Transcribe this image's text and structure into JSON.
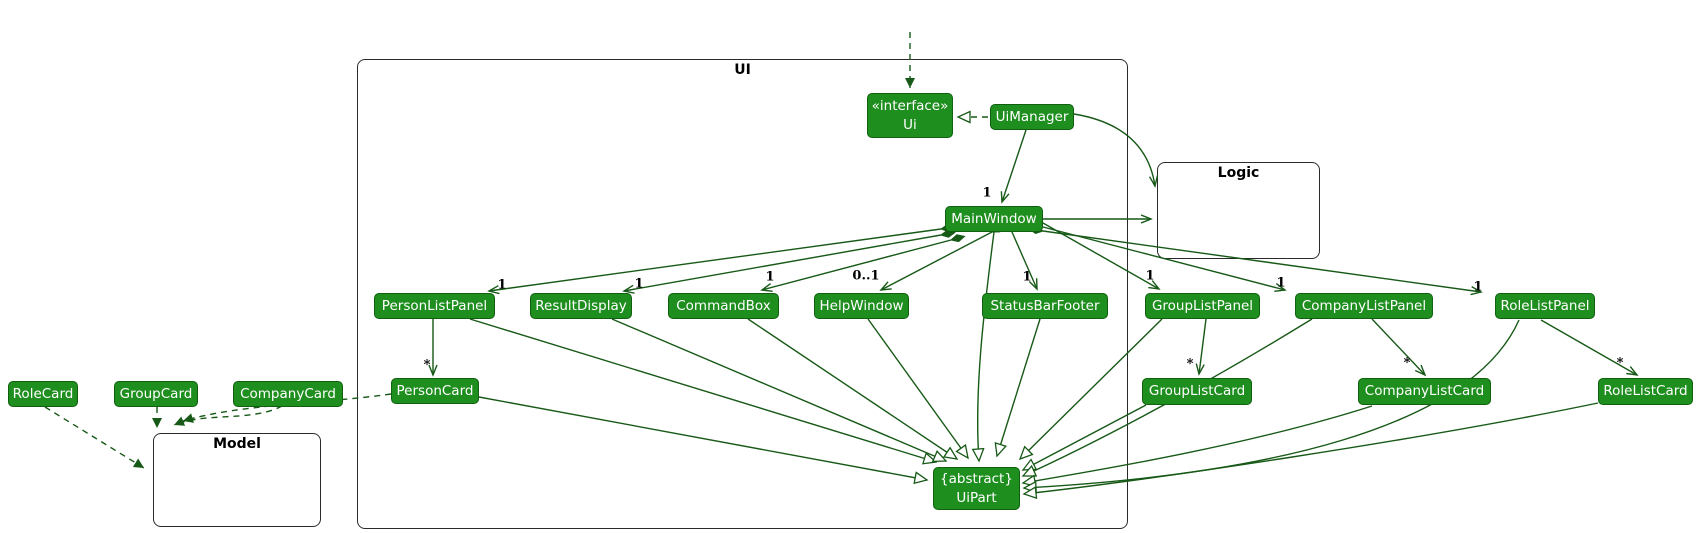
{
  "packages": {
    "ui": "UI",
    "logic": "Logic",
    "model": "Model"
  },
  "classes": {
    "ui": {
      "stereotype": "«interface»",
      "name": "Ui"
    },
    "ui_manager": {
      "name": "UiManager"
    },
    "main_window": {
      "name": "MainWindow"
    },
    "person_list_panel": {
      "name": "PersonListPanel"
    },
    "result_display": {
      "name": "ResultDisplay"
    },
    "command_box": {
      "name": "CommandBox"
    },
    "help_window": {
      "name": "HelpWindow"
    },
    "status_bar_footer": {
      "name": "StatusBarFooter"
    },
    "group_list_panel": {
      "name": "GroupListPanel"
    },
    "company_list_panel": {
      "name": "CompanyListPanel"
    },
    "role_list_panel": {
      "name": "RoleListPanel"
    },
    "person_card": {
      "name": "PersonCard"
    },
    "group_list_card": {
      "name": "GroupListCard"
    },
    "company_list_card": {
      "name": "CompanyListCard"
    },
    "role_list_card": {
      "name": "RoleListCard"
    },
    "role_card": {
      "name": "RoleCard"
    },
    "group_card": {
      "name": "GroupCard"
    },
    "company_card": {
      "name": "CompanyCard"
    },
    "ui_part": {
      "stereotype": "{abstract}",
      "name": "UiPart"
    }
  },
  "multiplicity_labels": {
    "uimanager_mainwindow": "1",
    "mainwindow_personlistpanel": "1",
    "mainwindow_resultdisplay": "1",
    "mainwindow_commandbox": "1",
    "mainwindow_helpwindow": "0..1",
    "mainwindow_statusbarfooter": "1",
    "mainwindow_grouplistpanel": "1",
    "mainwindow_companylistpanel": "1",
    "mainwindow_rolelistpanel": "1",
    "personlistpanel_personcard": "*",
    "grouplistpanel_grouplistcard": "*",
    "companylistpanel_companylistcard": "*",
    "rolelistpanel_rolelistcard": "*"
  },
  "relationships": [
    {
      "from": "external",
      "to": "Ui",
      "type": "dependency-dashed"
    },
    {
      "from": "UiManager",
      "to": "Ui",
      "type": "realization"
    },
    {
      "from": "UiManager",
      "to": "MainWindow",
      "type": "association",
      "multiplicity": "1"
    },
    {
      "from": "UiManager",
      "to": "Logic",
      "type": "association"
    },
    {
      "from": "MainWindow",
      "to": "Logic",
      "type": "association"
    },
    {
      "from": "MainWindow",
      "to": "PersonListPanel",
      "type": "composition",
      "multiplicity": "1"
    },
    {
      "from": "MainWindow",
      "to": "ResultDisplay",
      "type": "composition",
      "multiplicity": "1"
    },
    {
      "from": "MainWindow",
      "to": "CommandBox",
      "type": "composition",
      "multiplicity": "1"
    },
    {
      "from": "MainWindow",
      "to": "HelpWindow",
      "type": "composition",
      "multiplicity": "0..1"
    },
    {
      "from": "MainWindow",
      "to": "StatusBarFooter",
      "type": "composition",
      "multiplicity": "1"
    },
    {
      "from": "MainWindow",
      "to": "GroupListPanel",
      "type": "composition",
      "multiplicity": "1"
    },
    {
      "from": "MainWindow",
      "to": "CompanyListPanel",
      "type": "composition",
      "multiplicity": "1"
    },
    {
      "from": "MainWindow",
      "to": "RoleListPanel",
      "type": "composition",
      "multiplicity": "1"
    },
    {
      "from": "PersonListPanel",
      "to": "PersonCard",
      "type": "association",
      "multiplicity": "*"
    },
    {
      "from": "GroupListPanel",
      "to": "GroupListCard",
      "type": "association",
      "multiplicity": "*"
    },
    {
      "from": "CompanyListPanel",
      "to": "CompanyListCard",
      "type": "association",
      "multiplicity": "*"
    },
    {
      "from": "RoleListPanel",
      "to": "RoleListCard",
      "type": "association",
      "multiplicity": "*"
    },
    {
      "from": "MainWindow",
      "to": "UiPart",
      "type": "inheritance"
    },
    {
      "from": "PersonListPanel",
      "to": "UiPart",
      "type": "inheritance"
    },
    {
      "from": "ResultDisplay",
      "to": "UiPart",
      "type": "inheritance"
    },
    {
      "from": "CommandBox",
      "to": "UiPart",
      "type": "inheritance"
    },
    {
      "from": "HelpWindow",
      "to": "UiPart",
      "type": "inheritance"
    },
    {
      "from": "StatusBarFooter",
      "to": "UiPart",
      "type": "inheritance"
    },
    {
      "from": "GroupListPanel",
      "to": "UiPart",
      "type": "inheritance"
    },
    {
      "from": "CompanyListPanel",
      "to": "UiPart",
      "type": "inheritance"
    },
    {
      "from": "RoleListPanel",
      "to": "UiPart",
      "type": "inheritance"
    },
    {
      "from": "PersonCard",
      "to": "UiPart",
      "type": "inheritance"
    },
    {
      "from": "GroupListCard",
      "to": "UiPart",
      "type": "inheritance"
    },
    {
      "from": "CompanyListCard",
      "to": "UiPart",
      "type": "inheritance"
    },
    {
      "from": "RoleListCard",
      "to": "UiPart",
      "type": "inheritance"
    },
    {
      "from": "RoleCard",
      "to": "Model",
      "type": "dependency-dashed"
    },
    {
      "from": "GroupCard",
      "to": "Model",
      "type": "dependency-dashed"
    },
    {
      "from": "CompanyCard",
      "to": "Model",
      "type": "dependency-dashed"
    },
    {
      "from": "PersonCard",
      "to": "Model",
      "type": "dependency-dashed"
    }
  ],
  "colors": {
    "class_fill": "#1E8E1E",
    "class_border": "#106010",
    "edge": "#175917",
    "multiplicity_text": "#000000",
    "class_text": "#FFFFFF",
    "container_border": "#2A2A2A",
    "background": "#FFFFFF"
  }
}
